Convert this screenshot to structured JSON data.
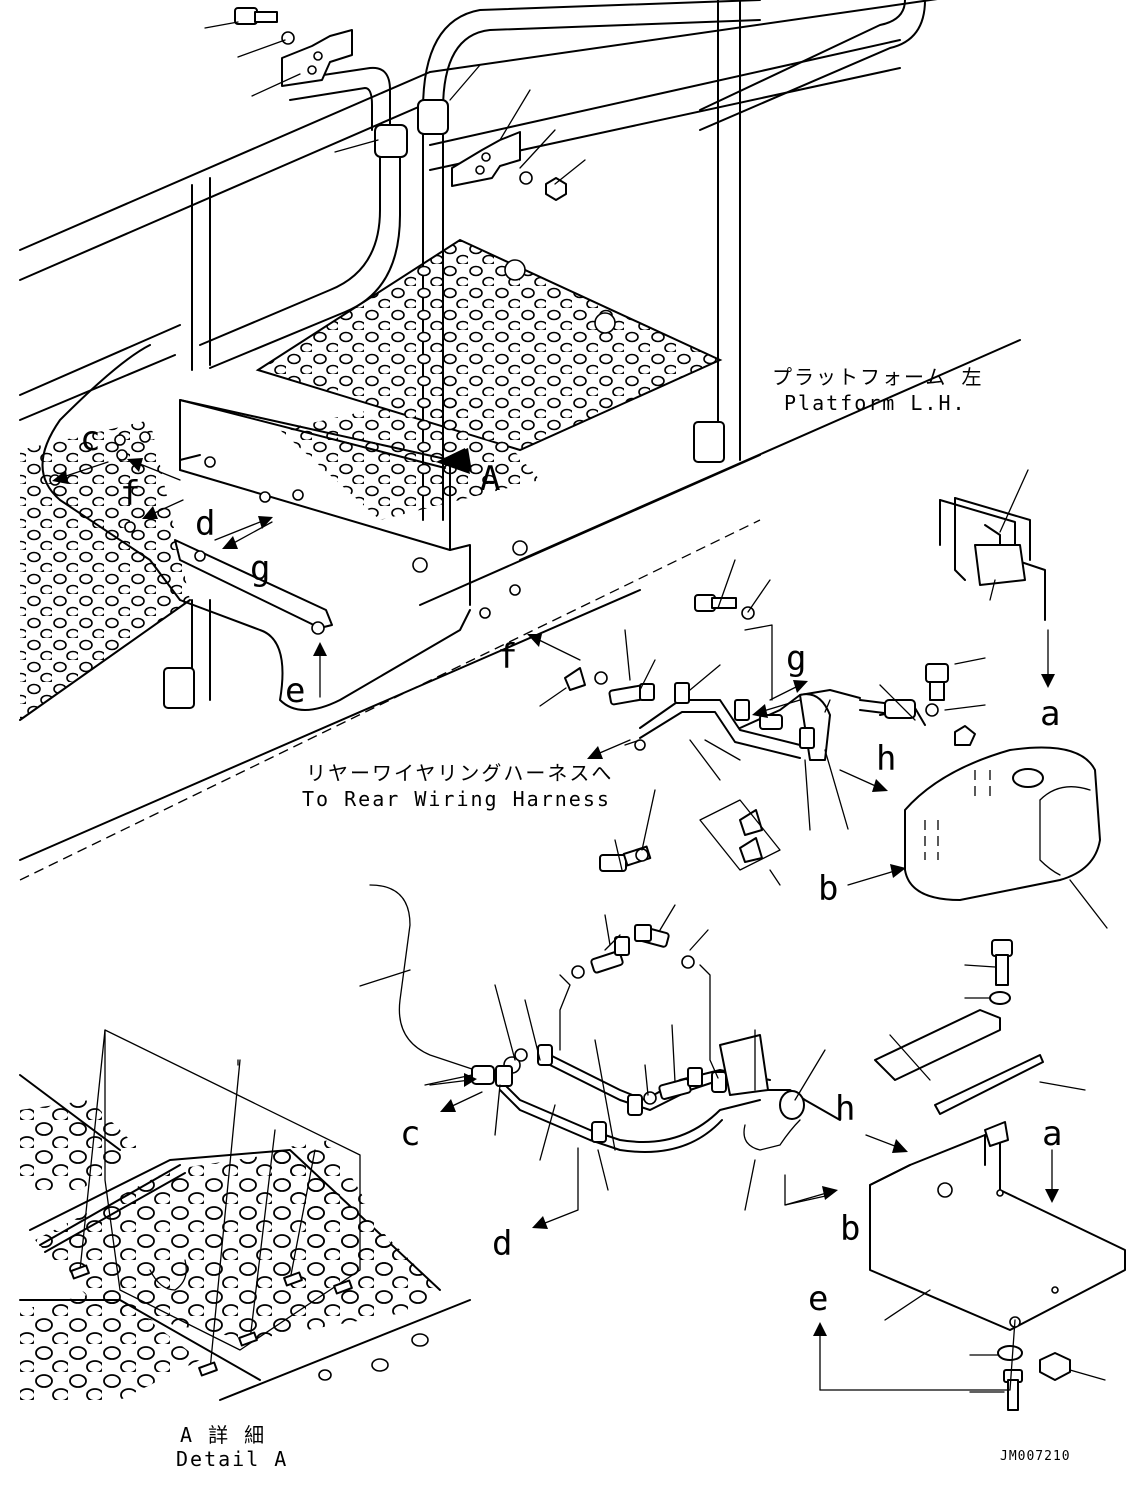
{
  "labels": {
    "platform_ja": "プラットフォーム 左",
    "platform_en": "Platform L.H.",
    "rear_harness_ja": "リヤーワイヤリングハーネスへ",
    "rear_harness_en": "To Rear Wiring Harness",
    "detail_ja": "A 詳 細",
    "detail_en": "Detail A",
    "drawing_id": "JM007210"
  },
  "callouts": {
    "A": "A",
    "a1": "a",
    "a2": "a",
    "b1": "b",
    "b2": "b",
    "c1": "c",
    "c2": "c",
    "d1": "d",
    "d2": "d",
    "e1": "e",
    "e2": "e",
    "f1": "f",
    "f2": "f",
    "g1": "g",
    "g2": "g",
    "h1": "h",
    "h2": "h"
  }
}
